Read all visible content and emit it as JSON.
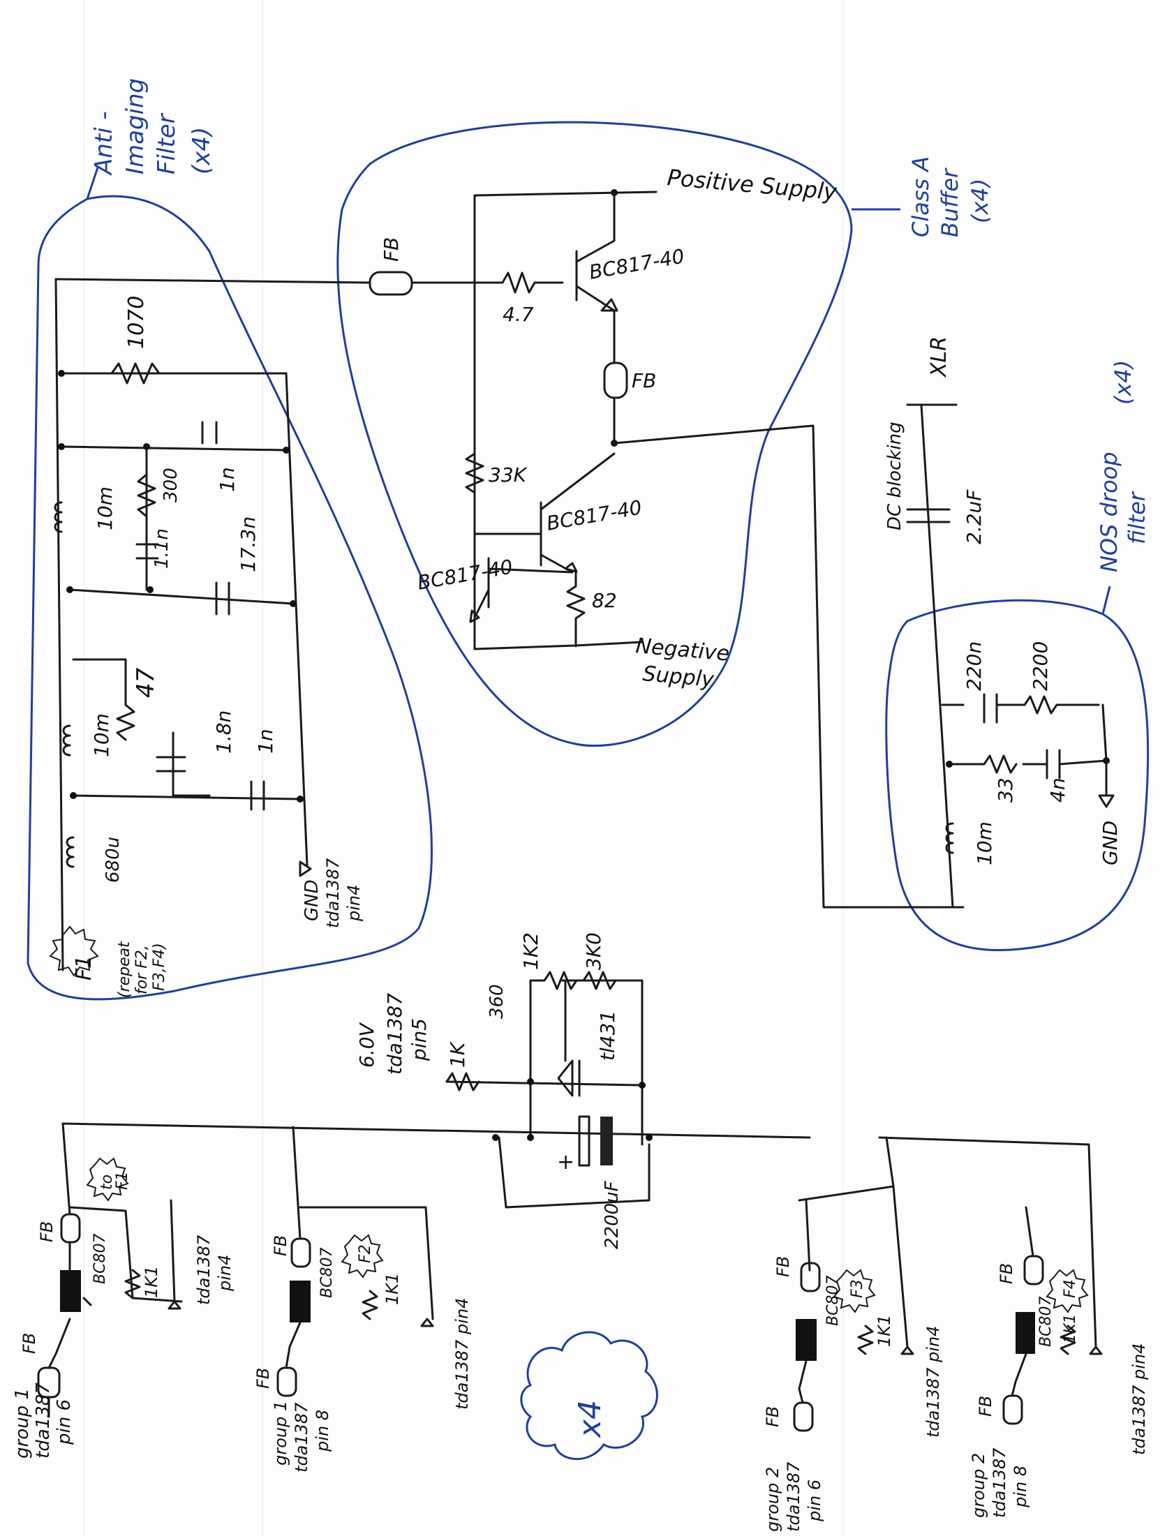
{
  "annotations": {
    "anti_imaging": [
      "Anti -",
      "Imaging",
      "Filter",
      "(x4)"
    ],
    "class_a": [
      "Class A",
      "Buffer",
      "(x4)"
    ],
    "nos_filter": [
      "NOS droop",
      "filter",
      "(x4)"
    ],
    "x4_cloud": "x4"
  },
  "buffer": {
    "positive_supply": "Positive Supply",
    "negative_supply": [
      "Negative",
      "Supply"
    ],
    "q_top": "BC817-40",
    "q_mid": "BC817-40",
    "q_low": "BC817-40",
    "r_base": "4.7",
    "r_bias": "33K",
    "r_emit": "82",
    "fb_in": "FB",
    "fb_out": "FB"
  },
  "filter": {
    "r1": "1070",
    "r2": "300",
    "r3": "47",
    "c1": "1n",
    "c2": "1.1n",
    "c3": "17.3n",
    "c4": "1.8n",
    "c5": "1n",
    "l1": "10m",
    "l2": "10m",
    "l3": "680u",
    "gnd": [
      "GND",
      "tda1387",
      "pin4"
    ],
    "f1": "F1",
    "repeat_note": [
      "(repeat",
      "for F2,",
      "F3,F4)"
    ]
  },
  "output": {
    "xlr": "XLR",
    "dc_blocking": "DC blocking",
    "c_dc": "2.2uF",
    "c_220n": "220n",
    "r_2200": "2200",
    "r_33": "33",
    "c_4n": "4n",
    "l_10m": "10m",
    "gnd": "GND"
  },
  "reference": {
    "voltage": "6.0V",
    "pin": [
      "tda1387",
      "pin5"
    ],
    "r_1k": "1K",
    "r_360": "360",
    "r_1k2": "1K2",
    "r_3k0": "3K0",
    "tl431": "tl431",
    "cap": "2200uF",
    "plus": "+"
  },
  "inputs": [
    {
      "group": [
        "group 1",
        "tda1387",
        "pin 6"
      ],
      "fb1": "FB",
      "fb2": "FB",
      "transistor": "BC807",
      "r": "1K1",
      "pin4": [
        "tda1387",
        "pin4"
      ],
      "tag": [
        "to",
        "F1"
      ]
    },
    {
      "group": [
        "group 1",
        "tda1387",
        "pin 8"
      ],
      "fb1": "FB",
      "fb2": "FB",
      "transistor": "BC807",
      "r": "1K1",
      "pin4": [
        "tda1387 pin4"
      ],
      "tag": [
        "F2"
      ]
    },
    {
      "group": [
        "group 2",
        "tda1387",
        "pin 6"
      ],
      "fb1": "FB",
      "fb2": "FB",
      "transistor": "BC807",
      "r": "1K1",
      "pin4": [
        "tda1387 pin4"
      ],
      "tag": [
        "F3"
      ]
    },
    {
      "group": [
        "group 2",
        "tda1387",
        "pin 8"
      ],
      "fb1": "FB",
      "fb2": "FB",
      "transistor": "BC807",
      "r": "1K1",
      "pin4": [
        "tda1387 pin4"
      ],
      "tag": [
        "F4"
      ]
    }
  ]
}
